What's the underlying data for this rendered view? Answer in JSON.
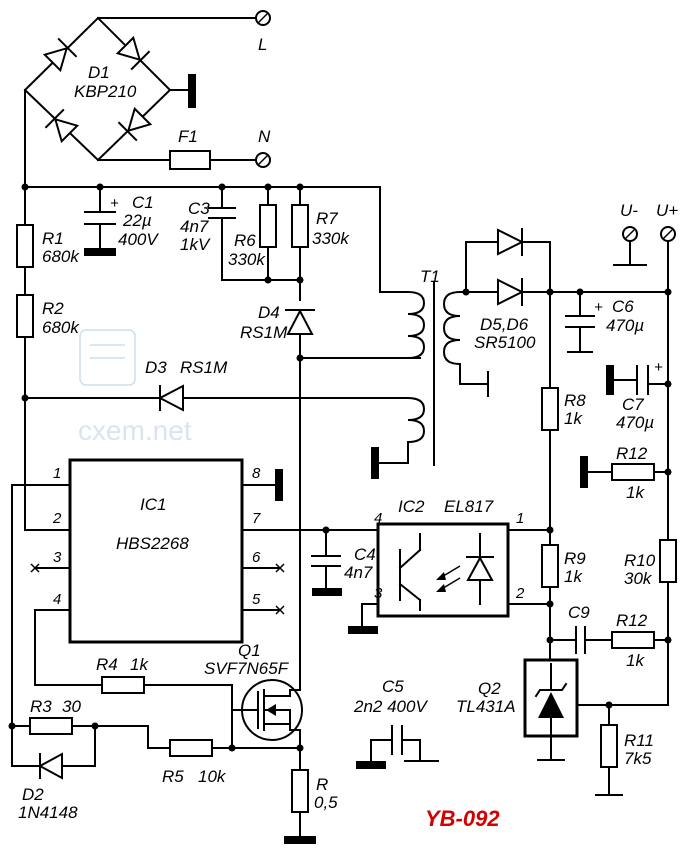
{
  "terminals": {
    "l": "L",
    "n": "N",
    "u_minus": "U-",
    "u_plus": "U+"
  },
  "code": "YB-092",
  "watermark": "cxem.net",
  "components": {
    "d1": {
      "ref": "D1",
      "value": "KBP210"
    },
    "f1": {
      "ref": "F1"
    },
    "c1": {
      "ref": "C1",
      "value1": "22µ",
      "value2": "400V"
    },
    "c3": {
      "ref": "C3",
      "value1": "4n7",
      "value2": "1kV"
    },
    "r6": {
      "ref": "R6",
      "value": "330k"
    },
    "r7": {
      "ref": "R7",
      "value": "330k"
    },
    "r1": {
      "ref": "R1",
      "value": "680k"
    },
    "r2": {
      "ref": "R2",
      "value": "680k"
    },
    "d4": {
      "ref": "D4",
      "value": "RS1M"
    },
    "d3": {
      "ref": "D3",
      "value": "RS1M"
    },
    "t1": {
      "ref": "T1"
    },
    "d5d6": {
      "ref": "D5,D6",
      "value": "SR5100"
    },
    "c6": {
      "ref": "C6",
      "value": "470µ"
    },
    "c7": {
      "ref": "C7",
      "value": "470µ"
    },
    "r8": {
      "ref": "R8",
      "value": "1k"
    },
    "r12a": {
      "ref": "R12",
      "value": "1k"
    },
    "r12b": {
      "ref": "R12",
      "value": "1k"
    },
    "r9": {
      "ref": "R9",
      "value": "1k"
    },
    "r10": {
      "ref": "R10",
      "value": "30k"
    },
    "c9": {
      "ref": "C9"
    },
    "ic1": {
      "ref": "IC1",
      "value": "HBS2268",
      "pins": [
        "1",
        "2",
        "3",
        "4",
        "5",
        "6",
        "7",
        "8"
      ]
    },
    "ic2": {
      "ref": "IC2",
      "value": "EL817",
      "pins": [
        "1",
        "2",
        "3",
        "4"
      ]
    },
    "c4": {
      "ref": "C4",
      "value": "4n7"
    },
    "q1": {
      "ref": "Q1",
      "value": "SVF7N65F"
    },
    "q2": {
      "ref": "Q2",
      "value": "TL431A"
    },
    "r4": {
      "ref": "R4",
      "value": "1k"
    },
    "r3": {
      "ref": "R3",
      "value": "30"
    },
    "r5": {
      "ref": "R5",
      "value": "10k"
    },
    "d2": {
      "ref": "D2",
      "value": "1N4148"
    },
    "c5": {
      "ref": "C5",
      "value": "2n2 400V"
    },
    "r11": {
      "ref": "R11",
      "value": "7k5"
    },
    "r": {
      "ref": "R",
      "value": "0,5"
    }
  }
}
